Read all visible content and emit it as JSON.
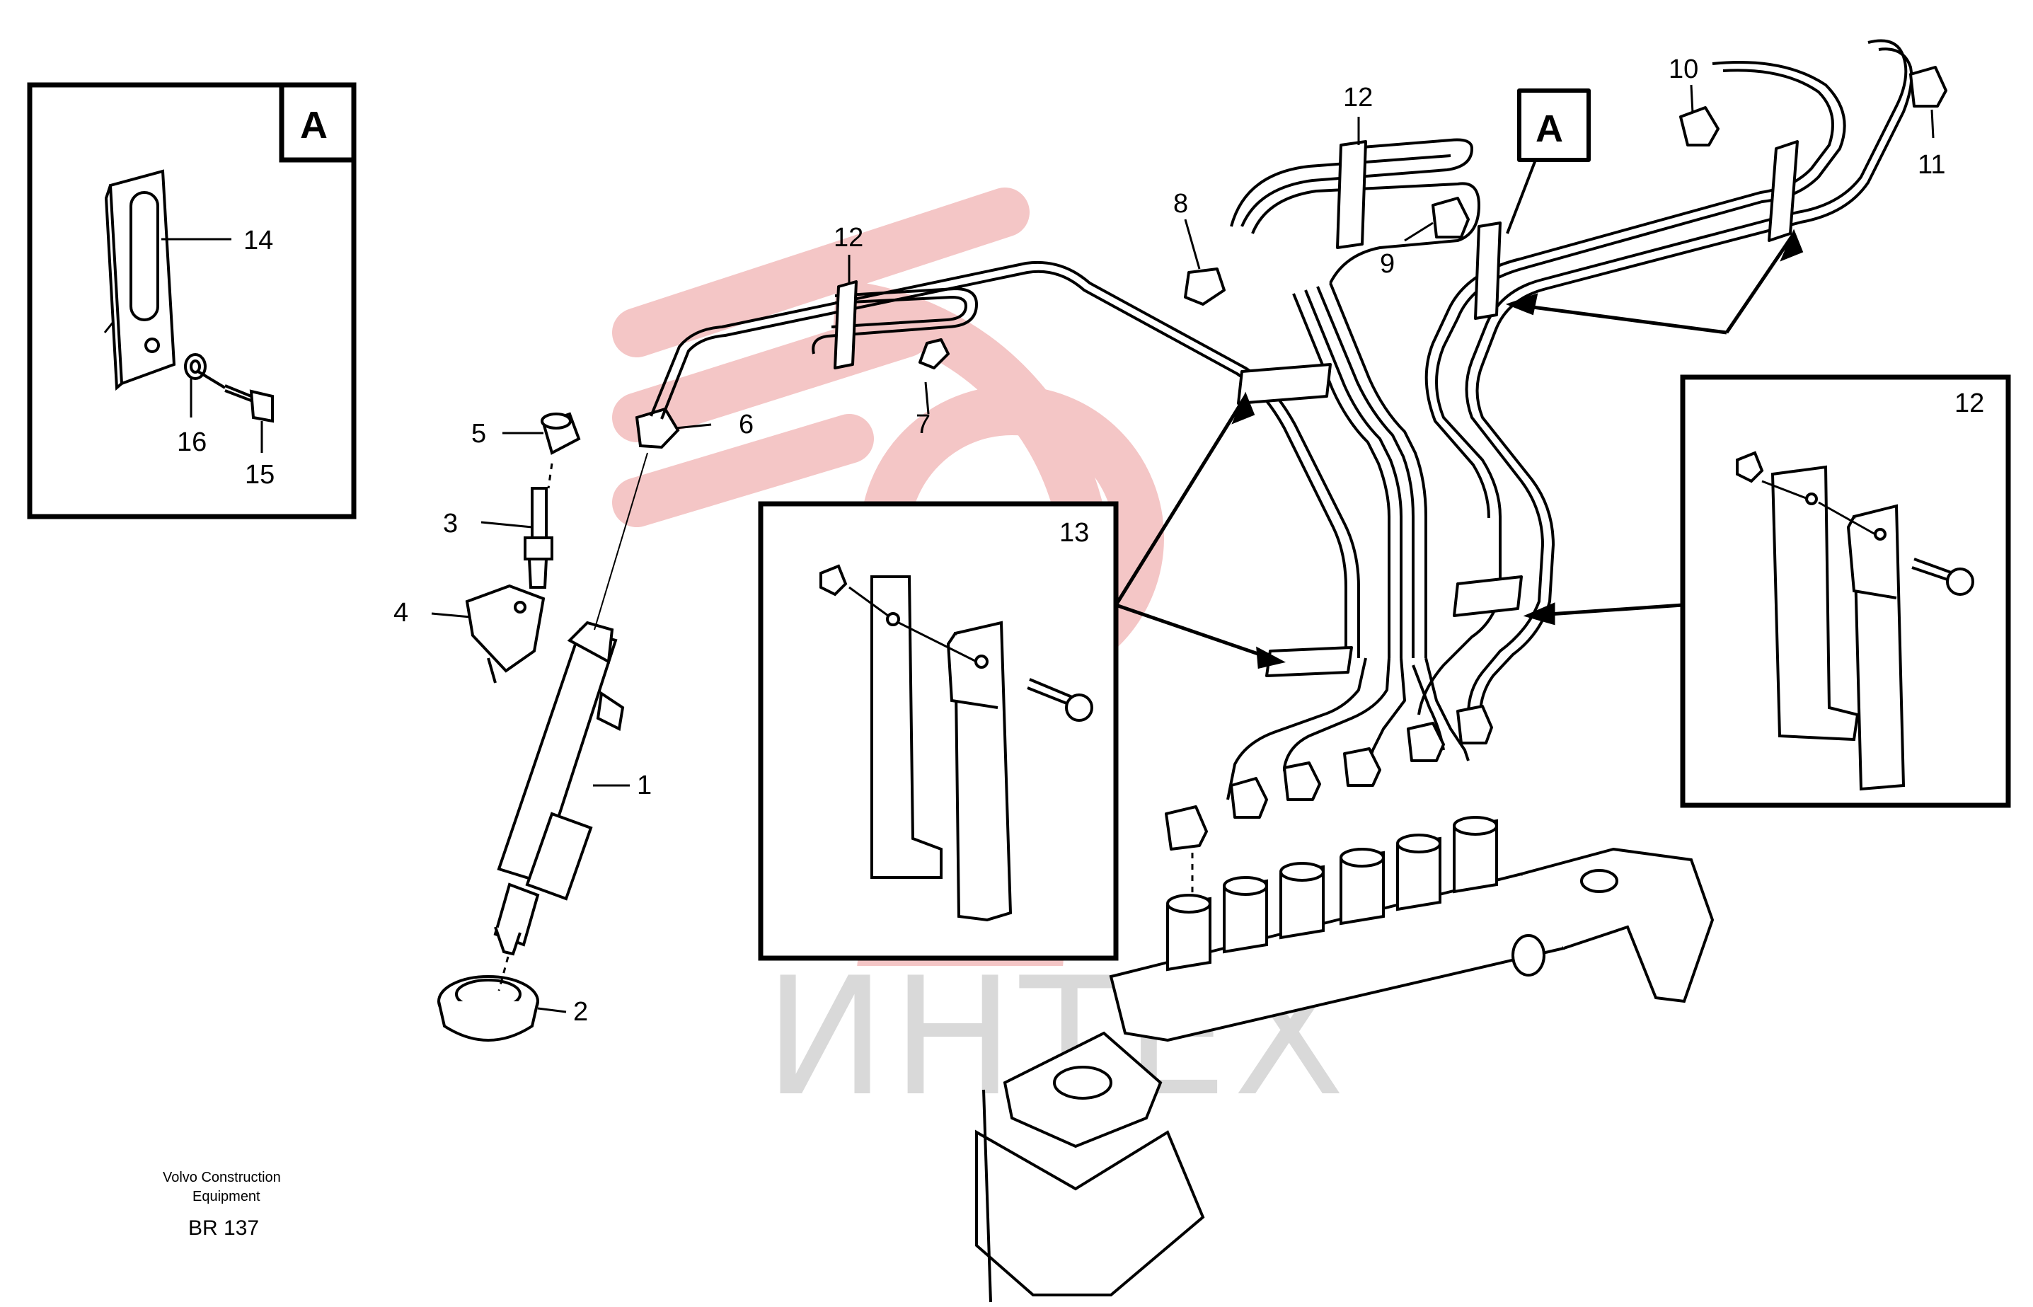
{
  "watermark": {
    "text": "ИНТЕХ",
    "color": "#d9d9d9",
    "logo_color": "#f4c6c6"
  },
  "detail_boxes": {
    "a_top_left": {
      "letter": "A"
    },
    "a_pipes": {
      "letter": "A"
    },
    "box_13": {
      "number": "13"
    },
    "box_12": {
      "number": "12"
    }
  },
  "callouts": {
    "n1": "1",
    "n2": "2",
    "n3": "3",
    "n4": "4",
    "n5": "5",
    "n6": "6",
    "n7": "7",
    "n8": "8",
    "n9": "9",
    "n10": "10",
    "n11": "11",
    "n12a": "12",
    "n12b": "12",
    "n14": "14",
    "n15": "15",
    "n16": "16"
  },
  "footer": {
    "company_line1": "Volvo Construction",
    "company_line2": "Equipment",
    "code": "BR 137"
  },
  "colors": {
    "line": "#000000",
    "background": "#ffffff"
  }
}
